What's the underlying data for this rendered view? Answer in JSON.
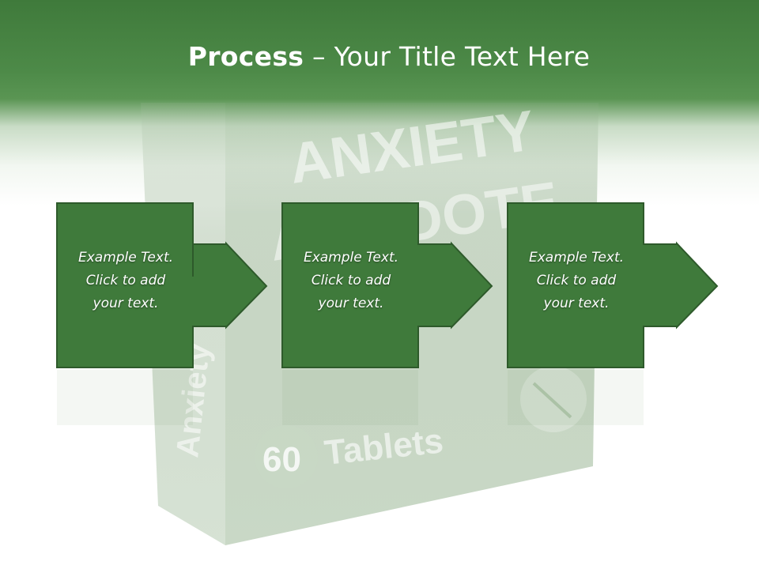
{
  "title": {
    "bold": "Process",
    "rest": " – Your Title Text Here"
  },
  "background": {
    "box_text_1": "ANXIETY",
    "box_text_2": "ANTIDOTE",
    "box_side_text": "Anxiety",
    "box_count": "60",
    "box_tablets": "Tablets"
  },
  "steps": [
    {
      "line1": "Example Text.",
      "line2": "Click  to add",
      "line3": "your text."
    },
    {
      "line1": "Example Text.",
      "line2": "Click  to add",
      "line3": "your text."
    },
    {
      "line1": "Example Text.",
      "line2": "Click  to add",
      "line3": "your text."
    }
  ],
  "colors": {
    "header_green": "#4a8745",
    "shape_fill": "#3f7a3b",
    "shape_border": "#2e5a2b"
  }
}
